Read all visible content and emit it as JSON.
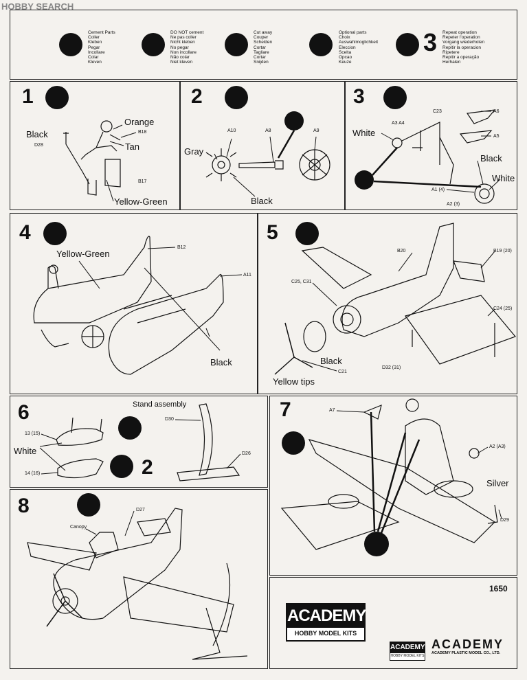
{
  "watermark": "HOBBY SEARCH",
  "legend": {
    "cement": "Cement Parts\nColler\nKleben\nPegar\nIncollare\nColar\nKleven",
    "no_cement": "DO NOT cement\nNe pas coller\nNicht kleben\nNo pegar\nNon incollare\nNão colar\nNiet kleven",
    "cut": "Cut away\nCouper\nSchelden\nCortar\nTagliare\nCortar\nSnijden",
    "optional": "Optional parts\nChoix\nAuswahlmoglichkeit\nEleccion\nScelta\nOpcao\nKeuze",
    "repeat": "Repeat operation\nRepeter l'operation\nVorgang wiederholen\nRepitir la operacion\nRipetere\nRepitir a operação\nHerhalen",
    "repeat_number": "3"
  },
  "steps": {
    "s1": {
      "num": "1",
      "black": "Black",
      "orange": "Orange",
      "tan": "Tan",
      "yg": "Yellow-Green",
      "d28": "D28",
      "b18": "B18",
      "b17": "B17"
    },
    "s2": {
      "num": "2",
      "gray": "Gray",
      "black": "Black",
      "a10": "A10",
      "a8": "A8",
      "a9": "A9"
    },
    "s3": {
      "num": "3",
      "white1": "White",
      "black": "Black",
      "white2": "White",
      "c23": "C23",
      "a3a4": "A3 A4",
      "a6": "A6",
      "a5": "A5",
      "a1": "A1 (4)",
      "a2": "A2 (3)"
    },
    "s4": {
      "num": "4",
      "yg": "Yellow-Green",
      "black": "Black",
      "b12": "B12",
      "a11": "A11"
    },
    "s5": {
      "num": "5",
      "black": "Black",
      "yellow_tips": "Yellow tips",
      "b20": "B20",
      "b19": "B19 (20)",
      "c25": "C25, C31",
      "c24": "C24 (25)",
      "c21": "C21",
      "d32": "D32 (31)"
    },
    "s6": {
      "num": "6",
      "stand": "Stand assembly",
      "white": "White",
      "p13": "13 (15)",
      "p14": "14 (16)",
      "d30": "D30",
      "d26": "D26",
      "repeat2": "2"
    },
    "s7": {
      "num": "7",
      "silver": "Silver",
      "a7": "A7",
      "a2a3": "A2 (A3)",
      "d29": "D29"
    },
    "s8": {
      "num": "8",
      "canopy": "Canopy",
      "d27": "D27"
    }
  },
  "footer": {
    "kit_no": "1650",
    "brand": "ACADEMY",
    "brand_sub": "HOBBY MODEL KITS",
    "small_brand": "ACADEMY",
    "small_sub": "HOBBY MODEL KITS",
    "company": "ACADEMY",
    "company_sub": "ACADEMY PLASTIC MODEL CO., LTD."
  },
  "colors": {
    "ink": "#111111",
    "paper": "#f4f2ee"
  }
}
